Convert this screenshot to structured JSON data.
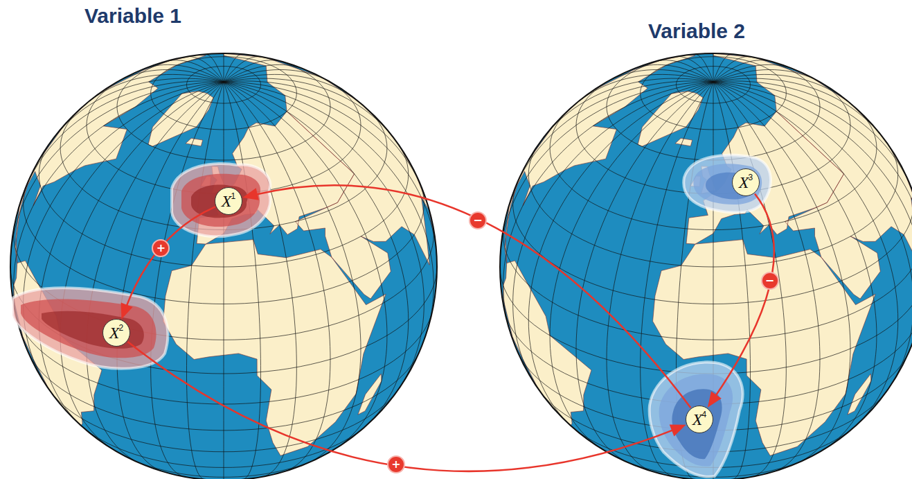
{
  "diagram": {
    "nodes": [
      {
        "text": [
          "X",
          "1"
        ]
      },
      {
        "text": [
          "X",
          "2"
        ]
      },
      {
        "text": [
          "X",
          "3"
        ]
      },
      {
        "text": [
          "X",
          "4"
        ]
      }
    ],
    "edges": [
      {
        "from": 0,
        "to": 1,
        "arrow": "to",
        "label": "+"
      },
      {
        "from": 2,
        "to": 3,
        "arrow": "to",
        "label": "−"
      },
      {
        "from": 3,
        "to": 0,
        "arrow": "to",
        "label": "−"
      },
      {
        "from": 1,
        "to": 3,
        "arrow": "to",
        "label": "+"
      }
    ],
    "labels": [
      "Variable 1",
      "Variable 2"
    ]
  }
}
